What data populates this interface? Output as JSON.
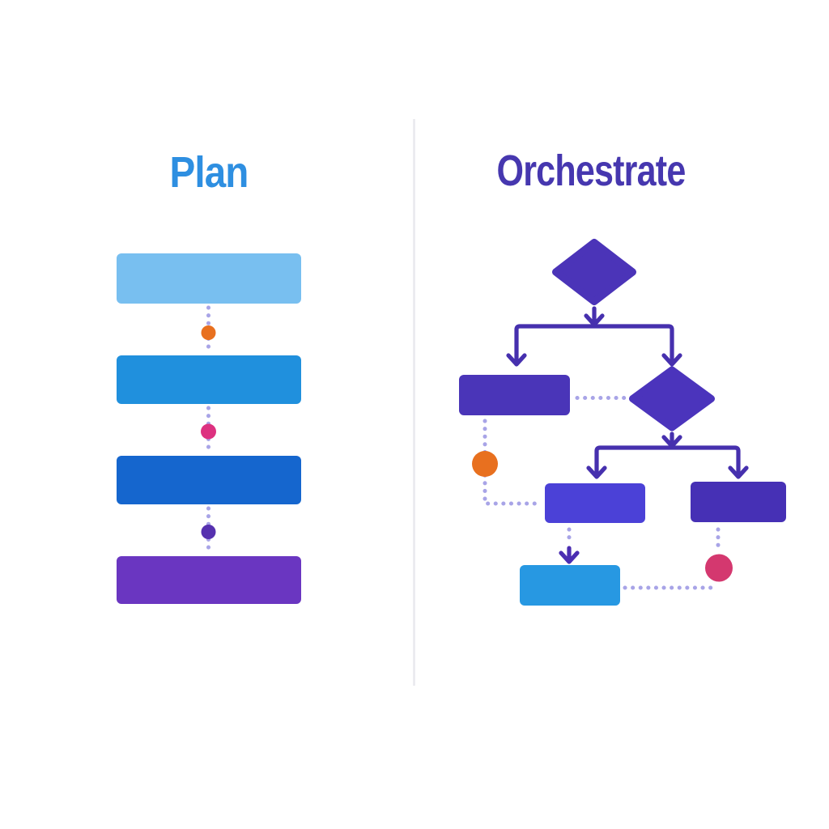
{
  "titles": {
    "plan": {
      "text": "Plan",
      "color": "#2E8FE1"
    },
    "orchestrate": {
      "text": "Orchestrate",
      "color": "#4637AF"
    }
  },
  "divider": {
    "color": "#E9E9ED"
  },
  "plan_panel": {
    "steps": [
      {
        "name": "step-1",
        "color": "#78BFF0"
      },
      {
        "name": "step-2",
        "color": "#2090DD"
      },
      {
        "name": "step-3",
        "color": "#1566CE"
      },
      {
        "name": "step-4",
        "color": "#6A36C1"
      }
    ],
    "milestones": [
      {
        "name": "milestone-orange",
        "color": "#E8701F"
      },
      {
        "name": "milestone-pink",
        "color": "#DD3180"
      },
      {
        "name": "milestone-purple",
        "color": "#5631AF"
      }
    ],
    "connector_color": "#A8A4E7"
  },
  "orchestrate_panel": {
    "nodes": {
      "decision_top": {
        "color": "#4B34B8"
      },
      "decision_mid": {
        "color": "#4B34BC"
      },
      "task_left": {
        "color": "#4A35B8"
      },
      "task_mid_left": {
        "color": "#4B41D7"
      },
      "task_mid_right": {
        "color": "#4630B5"
      },
      "task_final": {
        "color": "#2798E2"
      }
    },
    "arrow_color": "#4630AE",
    "accent_arrow_color": "#4B2DB2",
    "milestones": [
      {
        "name": "milestone-orange",
        "color": "#E8701F"
      },
      {
        "name": "milestone-pink",
        "color": "#D4386F"
      }
    ],
    "connector_color": "#A8A4E7"
  }
}
